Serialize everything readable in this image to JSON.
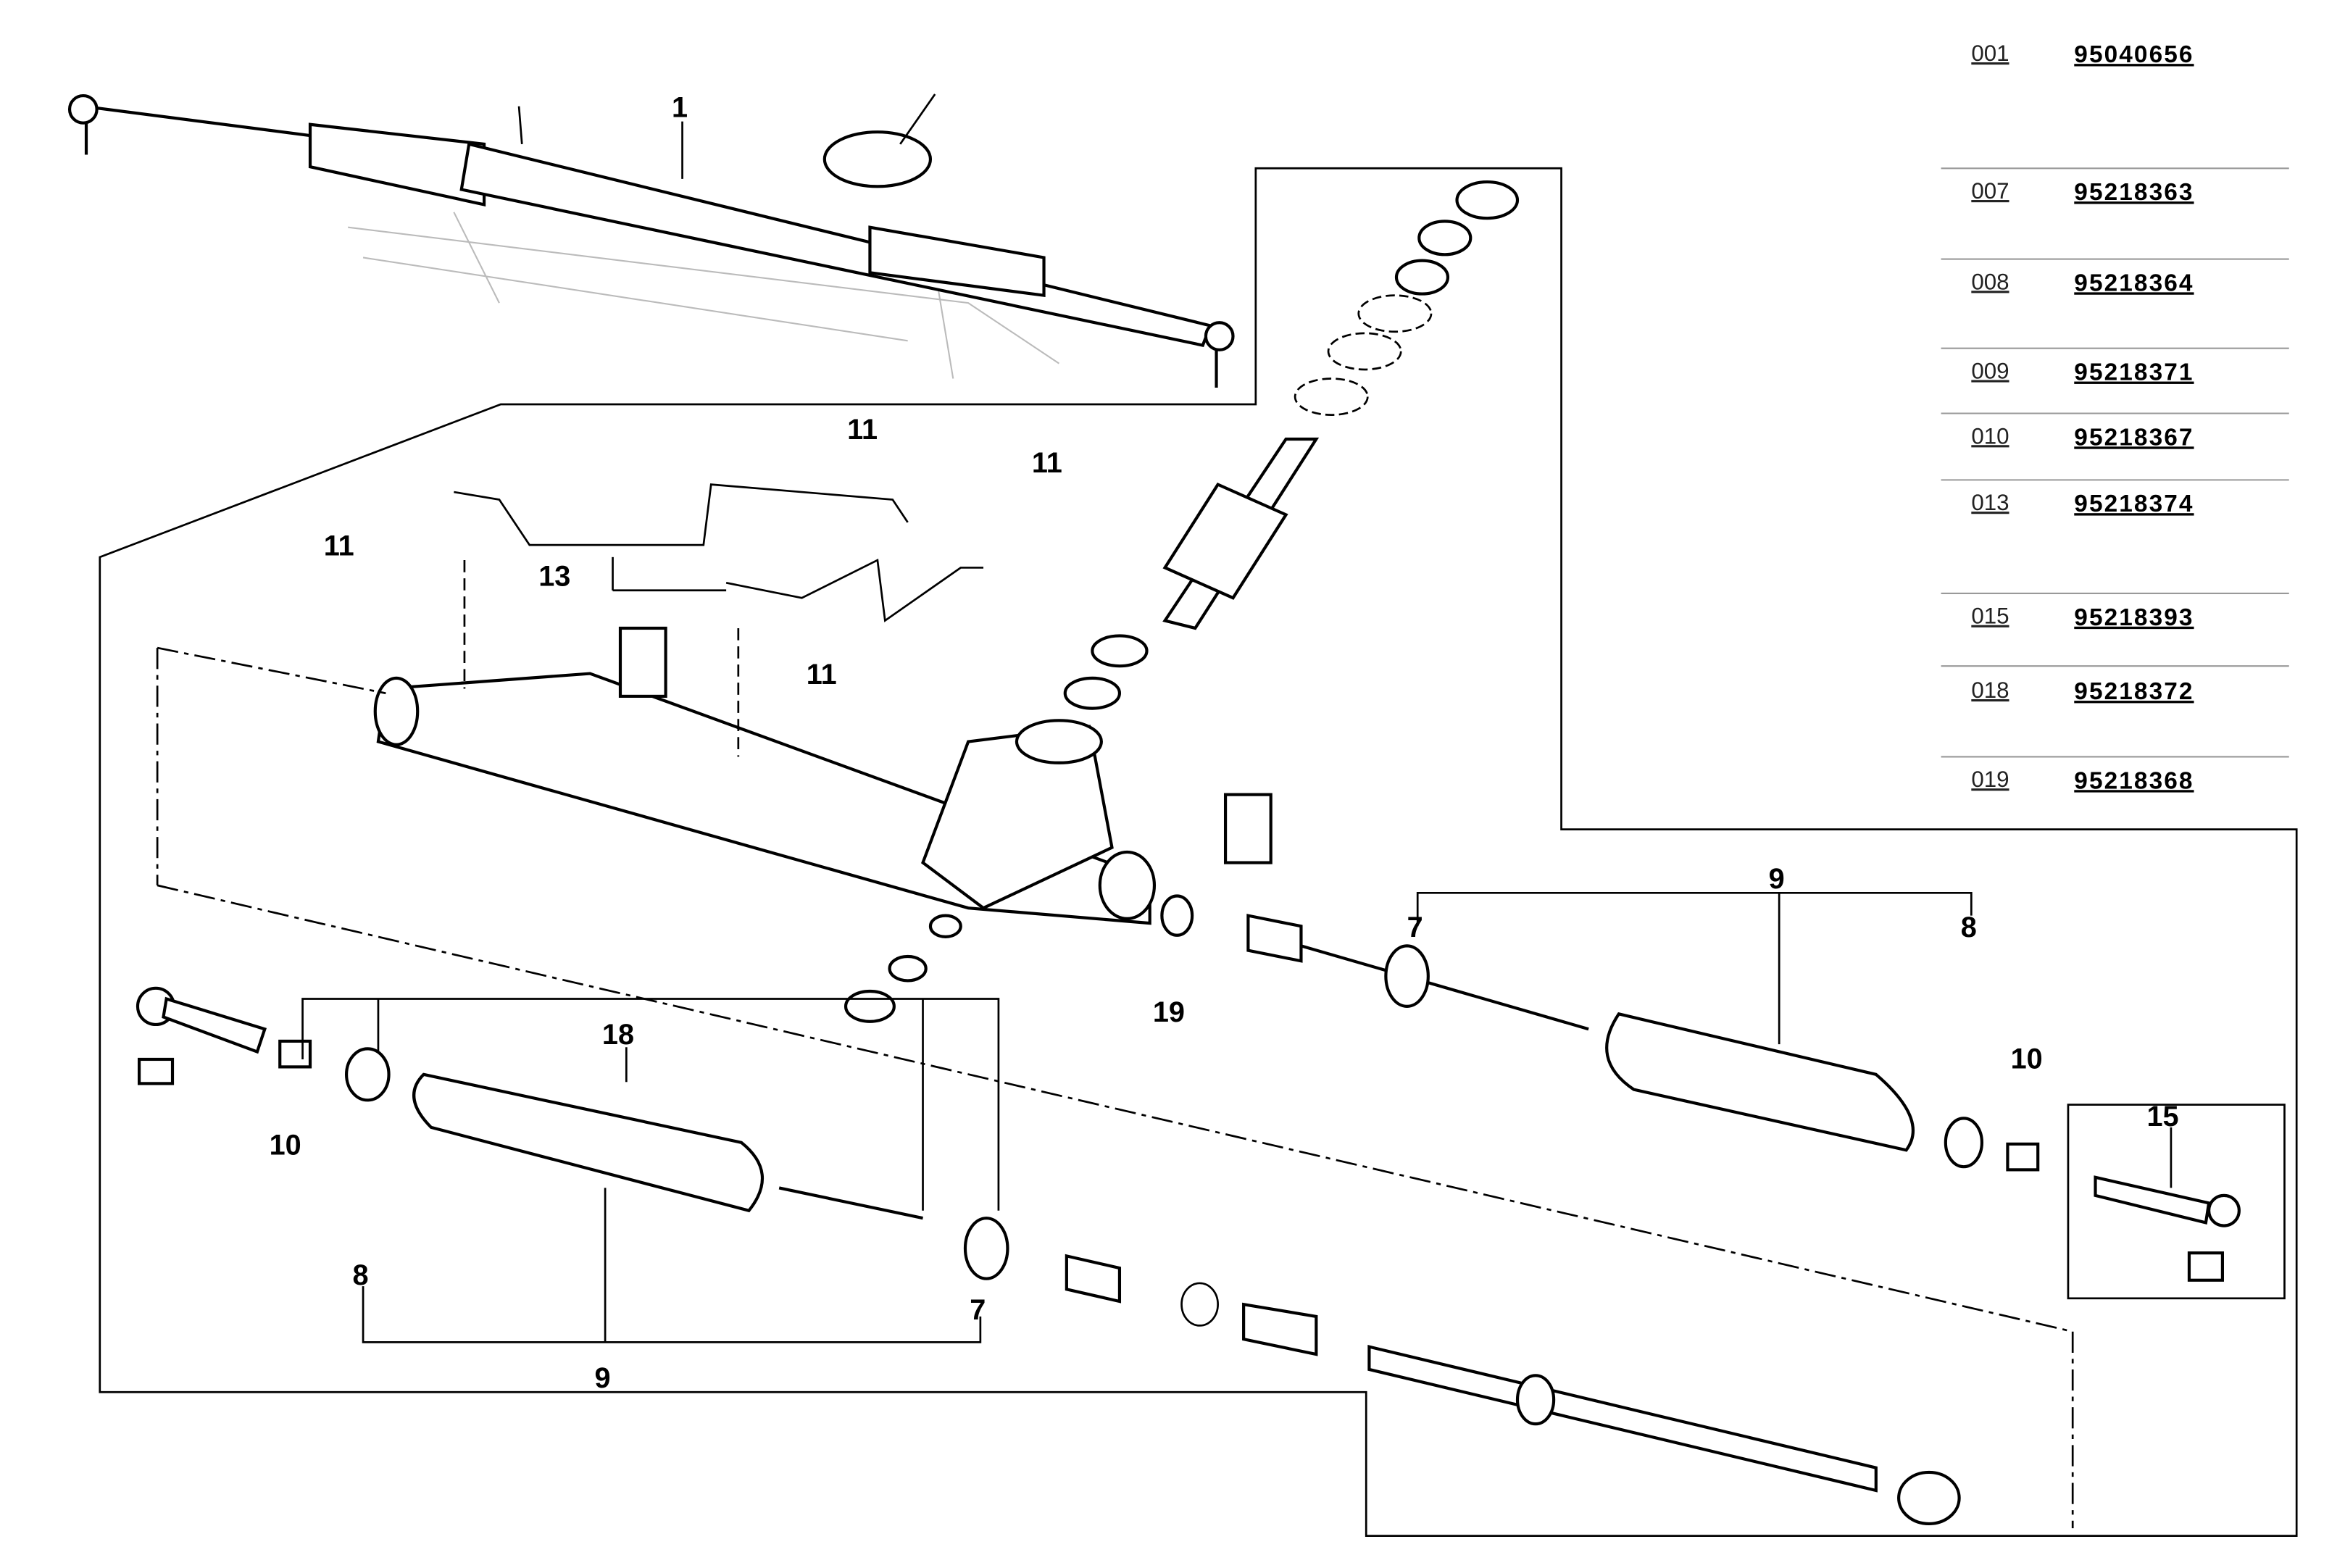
{
  "callouts": {
    "c1": "1",
    "c11a": "11",
    "c11b": "11",
    "c11c": "11",
    "c11d": "11",
    "c13": "13",
    "c9a": "9",
    "c9b": "9",
    "c7a": "7",
    "c7b": "7",
    "c8a": "8",
    "c8b": "8",
    "c19": "19",
    "c18": "18",
    "c10a": "10",
    "c10b": "10",
    "c15": "15"
  },
  "parts_list": [
    {
      "item": "001",
      "part_number": "95040656"
    },
    {
      "item": "007",
      "part_number": "95218363"
    },
    {
      "item": "008",
      "part_number": "95218364"
    },
    {
      "item": "009",
      "part_number": "95218371"
    },
    {
      "item": "010",
      "part_number": "95218367"
    },
    {
      "item": "013",
      "part_number": "95218374"
    },
    {
      "item": "015",
      "part_number": "95218393"
    },
    {
      "item": "018",
      "part_number": "95218372"
    },
    {
      "item": "019",
      "part_number": "95218368"
    }
  ]
}
